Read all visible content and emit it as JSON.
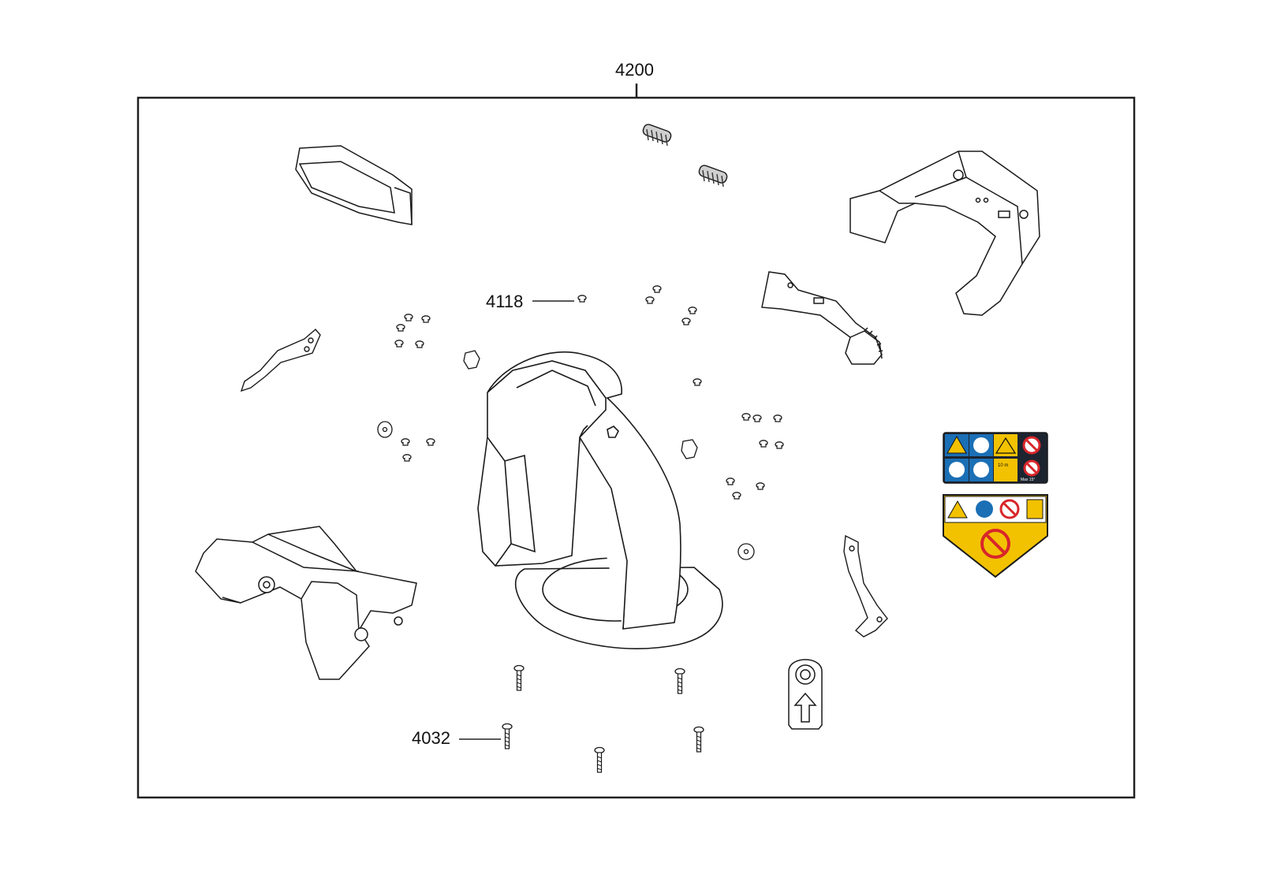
{
  "labels": {
    "assembly": "4200",
    "screw_small": "4118",
    "screw_long": "4032"
  },
  "decals": {
    "warning_card_text": "10 m",
    "warning_card_text2": "Max 15°"
  },
  "colors": {
    "line": "#1a1a1a",
    "frame": "#222222",
    "warning_yellow": "#f2c200",
    "safety_blue": "#1b6fb5",
    "prohibit_red": "#d8262b",
    "decal_dark": "#1c2430"
  },
  "icons": [
    "warning-triangle-icon",
    "read-manual-icon",
    "hearing-protection-icon",
    "no-hands-icon",
    "no-bystanders-icon",
    "arrow-up-icon"
  ]
}
